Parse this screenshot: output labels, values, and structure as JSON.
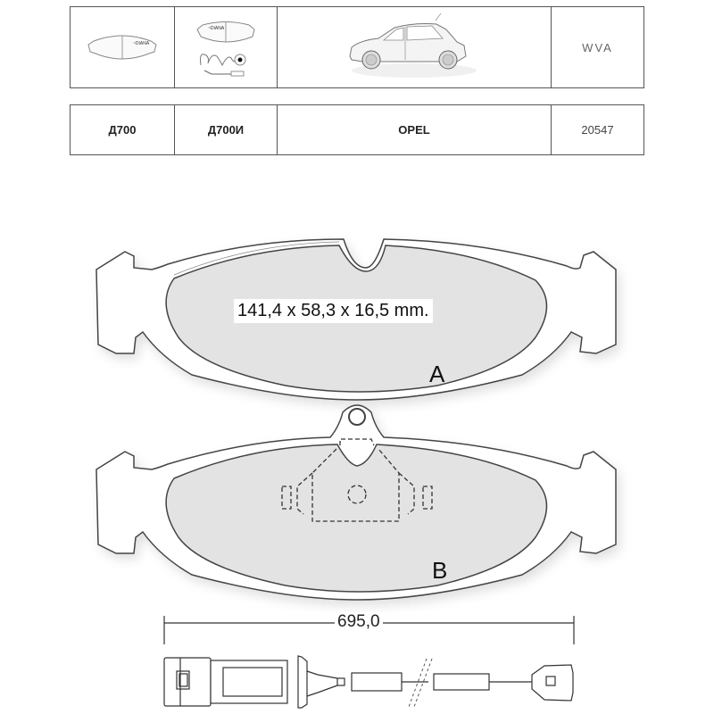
{
  "header_table": {
    "row1": {
      "pad_icon": "brake-pad-thumbnail",
      "pad_sensor_icon": "brake-pad-with-wear-sensor-thumbnail",
      "vehicle_icon": "hatchback-car-illustration",
      "standard": "WVA"
    },
    "row2": {
      "code": "Д700",
      "code_sensor": "Д700И",
      "make": "OPEL",
      "wva_number": "20547"
    }
  },
  "pad_a": {
    "dimensions": "141,4 x 58,3 x 16,5 mm.",
    "label": "A"
  },
  "pad_b": {
    "label": "B"
  },
  "sensor": {
    "length": "695,0"
  },
  "colors": {
    "pad_fill": "#e3e3e3",
    "outline": "#444444",
    "background": "#ffffff"
  }
}
